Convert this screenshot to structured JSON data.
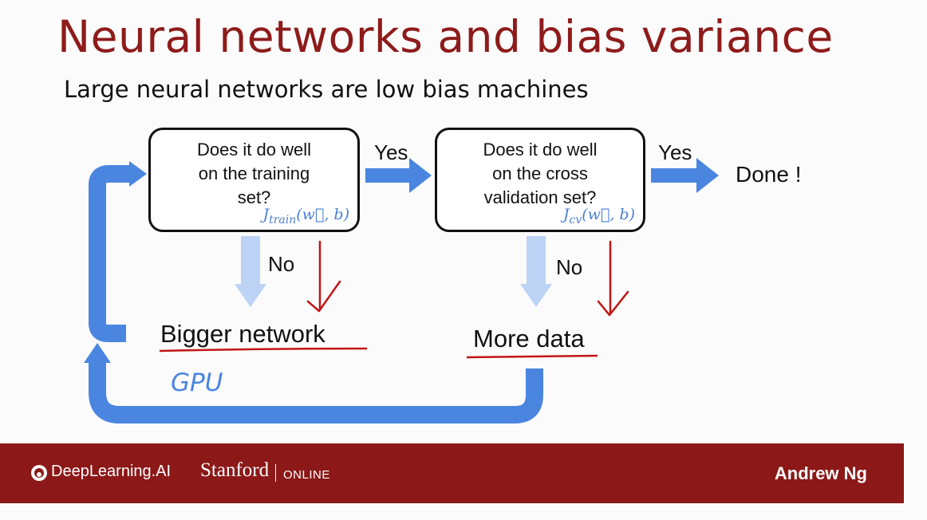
{
  "slide": {
    "title": "Neural networks and bias variance",
    "subtitle": "Large neural networks are low bias machines"
  },
  "flow": {
    "box1": {
      "text": "Does it do well\non the training\nset?",
      "formula": "J_train(w⃗, b)"
    },
    "box2": {
      "text": "Does it do well\non the cross\nvalidation set?",
      "formula": "J_cv(w⃗, b)"
    },
    "yes1": "Yes",
    "yes2": "Yes",
    "no1": "No",
    "no2": "No",
    "done": "Done !",
    "outcome1": "Bigger network",
    "outcome2": "More data",
    "loop_note": "GPU"
  },
  "colors": {
    "title": "#8e1b1b",
    "arrow_blue": "#4a86e0",
    "arrow_light_blue": "#bcd3f5",
    "annotation_red": "#c21515",
    "footer": "#8c1818"
  },
  "footer": {
    "brand": "DeepLearning.AI",
    "university": "Stanford",
    "online": "ONLINE",
    "author": "Andrew Ng",
    "logo_icon": "deeplearning-ai-logo-icon"
  }
}
